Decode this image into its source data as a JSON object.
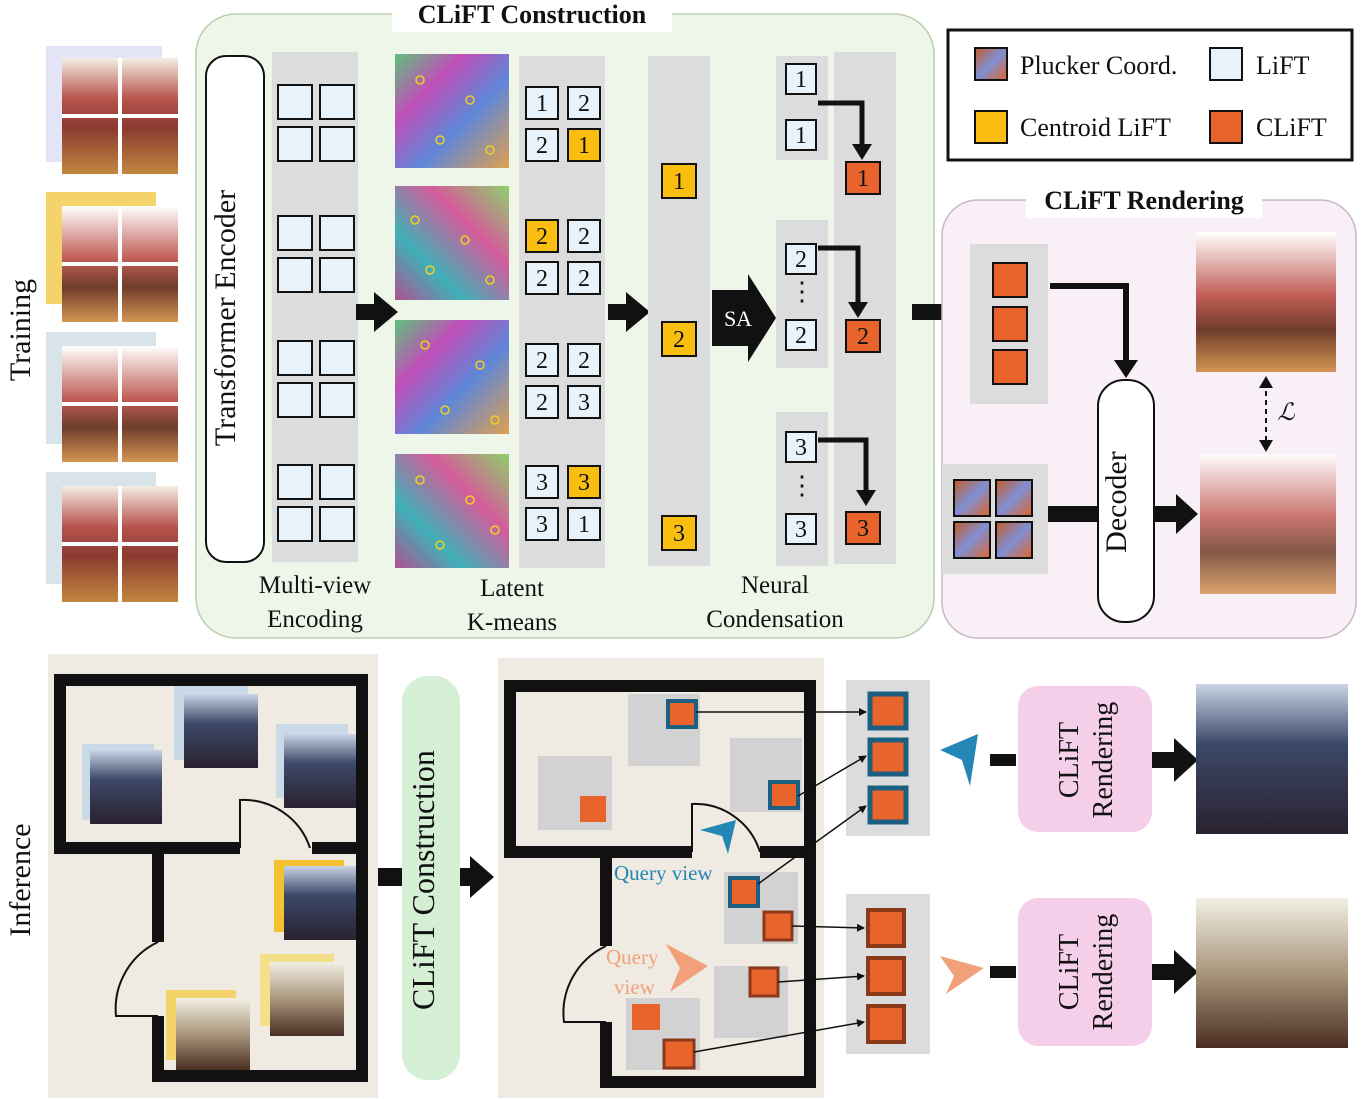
{
  "labels": {
    "training": "Training",
    "inference": "Inference",
    "construction_title": "CLiFT Construction",
    "rendering_title": "CLiFT Rendering",
    "transformer_encoder": "Transformer Encoder",
    "multiview_line1": "Multi-view",
    "multiview_line2": "Encoding",
    "kmeans_line1": "Latent",
    "kmeans_line2": "K-means",
    "condensation_line1": "Neural",
    "condensation_line2": "Condensation",
    "sa": "SA",
    "decoder": "Decoder",
    "loss": "ℒ",
    "vdots": "⋮",
    "construction_vertical": "CLiFT Construction",
    "rendering_block_line1": "CLiFT",
    "rendering_block_line2": "Rendering",
    "query_view_blue": "Query view",
    "query_view_orange_line1": "Query",
    "query_view_orange_line2": "view"
  },
  "legend": [
    {
      "name": "legend-plucker",
      "label": "Plucker Coord."
    },
    {
      "name": "legend-lift",
      "label": "LiFT"
    },
    {
      "name": "legend-centroid",
      "label": "Centroid LiFT"
    },
    {
      "name": "legend-clift",
      "label": "CLiFT"
    }
  ],
  "kmeans_labels": [
    [
      "1",
      "2",
      "2",
      "1"
    ],
    [
      "2",
      "2",
      "2",
      "2"
    ],
    [
      "2",
      "2",
      "2",
      "3"
    ],
    [
      "3",
      "3",
      "3",
      "1"
    ]
  ],
  "centroids": [
    "1",
    "2",
    "3"
  ],
  "condensation_groups": [
    {
      "inputs": [
        "1",
        "1"
      ],
      "output": "1"
    },
    {
      "inputs": [
        "2",
        "2"
      ],
      "output": "2"
    },
    {
      "inputs": [
        "3",
        "3"
      ],
      "output": "3"
    }
  ],
  "colors": {
    "lift_fill": "#e8f2fb",
    "centroid": "#f9be10",
    "clift": "#e8642c",
    "construction_panel": "#eef6e9",
    "rendering_panel": "#f9eff7",
    "query_blue": "#2486b4",
    "query_orange": "#f2a07a",
    "render_block": "#f5cfe9",
    "construct_block": "#d5efd5",
    "floor_bg": "#efebe3"
  }
}
